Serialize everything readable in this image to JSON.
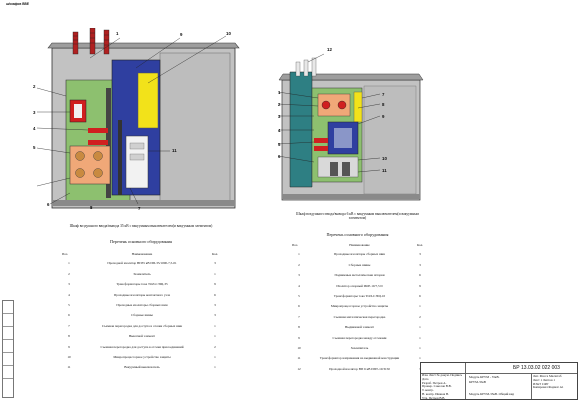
{
  "sheet": {
    "corner_text": "ш/скафов  ВВЕ",
    "designation": "БР   13.03.02 022 003",
    "doc_title_1": "Модуль КРУМ - 35кВ.",
    "doc_title_2": "КРУМ-35кВ",
    "stamp_left_rows": [
      "Изм. Лист  № докум.  Подпись  Дата",
      "Разраб.   Петров А.",
      "Провер.   Соколов В.В.",
      "Т. контр.",
      "Н. контр.   Иванов В.",
      "Утв.   Петров В.В."
    ],
    "stamp_right_rows": [
      "Лит.  Масса  Масштаб",
      "Лист 1    Листов 1",
      "ИЭиТ СФУ",
      "Копировал   Формат А1"
    ],
    "bottom_note": "Модуль КРУМ-35кВ. Общий вид"
  },
  "left_panel": {
    "caption": "Шкаф воздушного ввода/вывода 35 кВ с вакуумным выключателем(и вакуумным элементом)",
    "table_title": "Перечень основного оборудования",
    "headers": [
      "Поз.",
      "Наименование",
      "Кол."
    ],
    "rows": [
      [
        "1",
        "Проходной изолятор ВП35 кВ ИП-35/1000-7,5-01",
        "3"
      ],
      [
        "2",
        "Заземлитель",
        "1"
      ],
      [
        "3",
        "Трансформаторы тока ТОЛ-СЭЩ-35",
        "9"
      ],
      [
        "4",
        "Проходные изоляторы контактного узла",
        "6"
      ],
      [
        "5",
        "Проходные изоляторы сборных шин",
        "3"
      ],
      [
        "6",
        "Сборные шины",
        "3"
      ],
      [
        "7",
        "Съемная перегородка для доступа в отсеки сборных шин",
        "1"
      ],
      [
        "8",
        "Выкатной элемент",
        "1"
      ],
      [
        "9",
        "Съемная перегородка для доступа в отсеки присоединений",
        "2"
      ],
      [
        "10",
        "Микропроцессорное устройство защиты",
        "1"
      ],
      [
        "11",
        "Вакуумный выключатель",
        "1"
      ]
    ],
    "callouts": [
      "1",
      "2",
      "3",
      "4",
      "5",
      "6",
      "7",
      "8",
      "9",
      "10",
      "11"
    ]
  },
  "right_panel": {
    "caption": "Шкаф воздушного ввода/вывода 6 кВ с вакуумным выключателем(и вакуумным элементом)",
    "table_title": "Перечень основного оборудования",
    "headers": [
      "Поз.",
      "Наименование",
      "Кол."
    ],
    "rows": [
      [
        "1",
        "Проходные изоляторы сборных шин",
        "3"
      ],
      [
        "2",
        "Сборные шины",
        "3"
      ],
      [
        "3",
        "Подвижные металлические шторки",
        "6"
      ],
      [
        "4",
        "Изолятор опорный ИОР-10/7,5 II",
        "9"
      ],
      [
        "5",
        "Трансформаторы тока ТОЛ-СЭЩ-10",
        "6"
      ],
      [
        "6",
        "Микропроцессорное устройство защиты",
        "1"
      ],
      [
        "7",
        "Съемная металлическая перегородка",
        "2"
      ],
      [
        "8",
        "Выдвижной элемент",
        "1"
      ],
      [
        "9",
        "Съемная перегородка между отсеками",
        "1"
      ],
      [
        "10",
        "Заземлитель",
        "1"
      ],
      [
        "11",
        "Трансформатор напряжения на выдвижной конструкции",
        "1"
      ],
      [
        "12",
        "Проходной изолятор ВП 6 кВ ИПТ-10/3150",
        "3"
      ]
    ],
    "callouts": [
      "1",
      "2",
      "3",
      "4",
      "5",
      "6",
      "7",
      "8",
      "9",
      "10",
      "11",
      "12"
    ]
  },
  "colors": {
    "enclosure": "#b8b8b8",
    "green_compartment": "#8dc06f",
    "blue_compartment": "#2f3fa0",
    "yellow_panel": "#f2e21a",
    "red_component": "#d02020",
    "orange_bus": "#f0a878",
    "teal_side": "#2e7f83"
  }
}
